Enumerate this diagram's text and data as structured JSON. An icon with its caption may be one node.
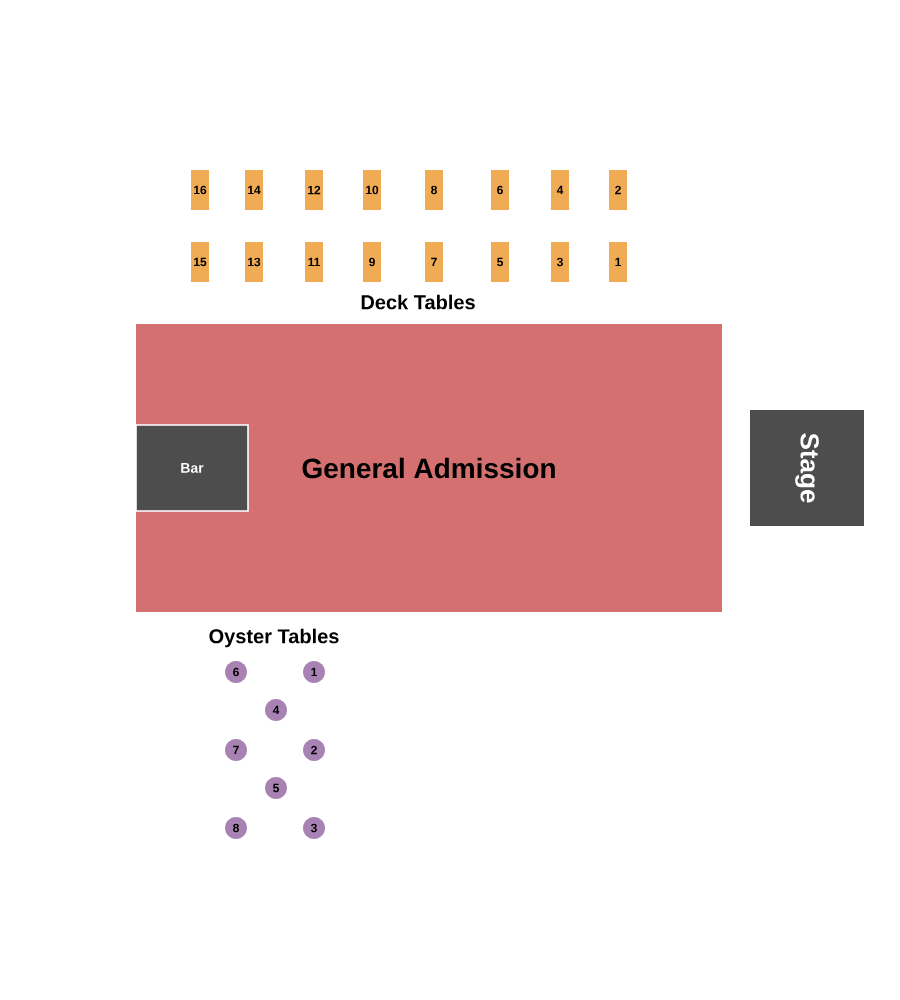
{
  "diagram": {
    "nodes": [
      {
        "text": [
          "General Admission"
        ]
      },
      {
        "text": [
          "Bar"
        ],
        "in": 0
      },
      {
        "text": [
          "Stage"
        ]
      },
      {
        "text": [
          "16"
        ]
      },
      {
        "text": [
          "14"
        ]
      },
      {
        "text": [
          "12"
        ]
      },
      {
        "text": [
          "10"
        ]
      },
      {
        "text": [
          "8"
        ]
      },
      {
        "text": [
          "6"
        ]
      },
      {
        "text": [
          "4"
        ]
      },
      {
        "text": [
          "2"
        ]
      },
      {
        "text": [
          "15"
        ]
      },
      {
        "text": [
          "13"
        ]
      },
      {
        "text": [
          "11"
        ]
      },
      {
        "text": [
          "9"
        ]
      },
      {
        "text": [
          "7"
        ]
      },
      {
        "text": [
          "5"
        ]
      },
      {
        "text": [
          "3"
        ]
      },
      {
        "text": [
          "1"
        ]
      },
      {
        "text": [
          "6"
        ]
      },
      {
        "text": [
          "1"
        ]
      },
      {
        "text": [
          "4"
        ]
      },
      {
        "text": [
          "7"
        ]
      },
      {
        "text": [
          "2"
        ]
      },
      {
        "text": [
          "5"
        ]
      },
      {
        "text": [
          "8"
        ]
      },
      {
        "text": [
          "3"
        ]
      }
    ],
    "labels": [
      "Deck Tables",
      "Oyster Tables"
    ]
  }
}
